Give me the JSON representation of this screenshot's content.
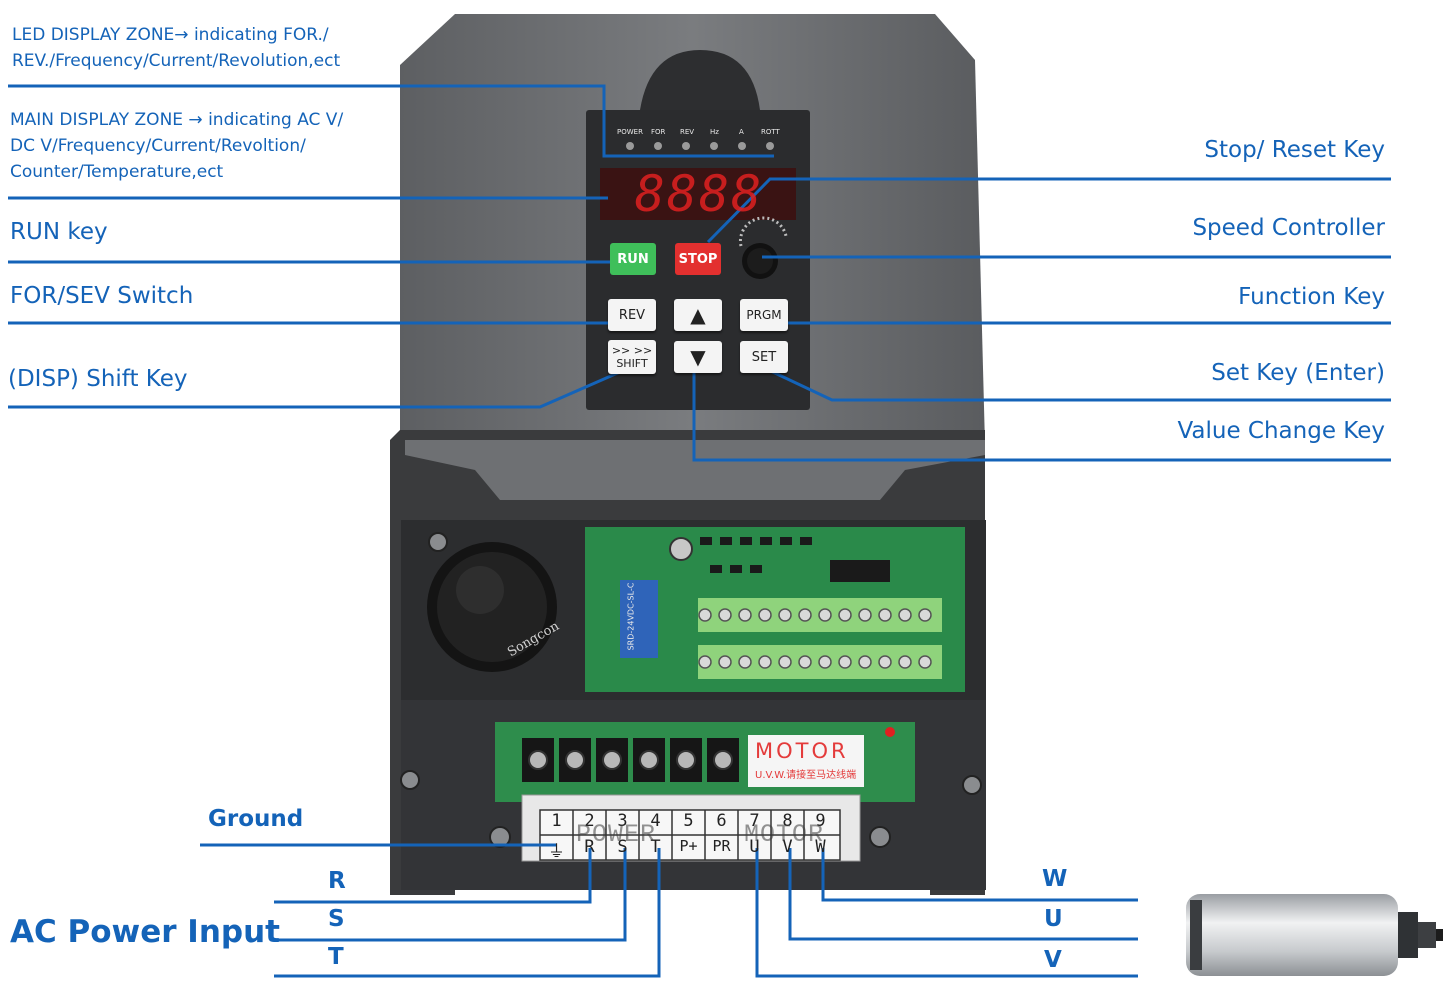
{
  "annotations": {
    "led_zone": [
      "LED DISPLAY ZONE→ indicating FOR./",
      "REV./Frequency/Current/Revolution,ect"
    ],
    "main_zone": [
      "MAIN DISPLAY ZONE → indicating AC V/",
      "DC V/Frequency/Current/Revoltion/",
      "Counter/Temperature,ect"
    ],
    "run_key": "RUN key",
    "for_sev": "FOR/SEV Switch",
    "shift_key": "(DISP) Shift Key",
    "stop_reset": "Stop/ Reset Key",
    "speed_controller": "Speed Controller",
    "function_key": "Function Key",
    "set_key": "Set Key (Enter)",
    "value_change": "Value Change Key",
    "ground": "Ground",
    "ac_power_input": "AC Power Input",
    "phase_r": "R",
    "phase_s": "S",
    "phase_t": "T",
    "motor_w": "W",
    "motor_u": "U",
    "motor_v": "V"
  },
  "panel": {
    "leds": [
      "POWER",
      "FOR",
      "REV",
      "Hz",
      "A",
      "ROTT"
    ],
    "display_digits": "8888",
    "buttons": {
      "run": "RUN",
      "stop": "STOP",
      "rev": "REV",
      "up": "▲",
      "prgm": "PRGM",
      "shift_arrows": ">> >>",
      "shift": "SHIFT",
      "down": "▼",
      "set": "SET"
    }
  },
  "board": {
    "motor_sticker": "MOTOR",
    "motor_sticker_sub": "U.V.W.请接至马达线端",
    "capacitor_brand": "Songcon",
    "relay_text": "SRD-24VDC-SL-C"
  },
  "terminals": {
    "numbers": [
      "1",
      "2",
      "3",
      "4",
      "5",
      "6",
      "7",
      "8",
      "9"
    ],
    "names": [
      "⏚",
      "R",
      "S",
      "T",
      "P+",
      "PR",
      "U",
      "V",
      "W"
    ],
    "power_group": "POWER",
    "motor_group": "MOTOR"
  },
  "colors": {
    "label_blue": "#1463b8",
    "housing_gray": "#6b6d70",
    "board_green": "#2a8a4a",
    "led_red": "#e02020",
    "run_green": "#3fbf5a",
    "stop_red": "#e3302f"
  }
}
